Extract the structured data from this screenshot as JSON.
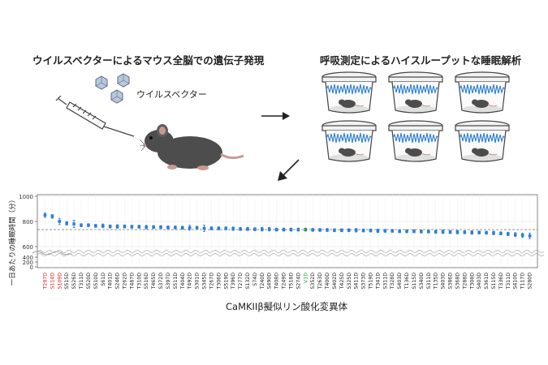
{
  "panel_left": {
    "title": "ウイルスベクターによるマウス全脳での遺伝子発現",
    "vector_label": "ウイルスベクター"
  },
  "panel_right": {
    "title": "呼吸測定によるハイスループットな睡眠解析"
  },
  "chart_data": {
    "type": "scatter",
    "ylabel": "一日あたりの睡眠時間（分）",
    "xlabel": "CaMKIIβ擬似リン酸化変異体",
    "yticks": [
      "1000",
      "800",
      "600",
      "400",
      "200",
      "0"
    ],
    "reference_line": 735,
    "highlight_colors": {
      "red": "#e0202a",
      "green": "#2ca02c",
      "blue": "#2d7fd3"
    },
    "categories": [
      "T287D",
      "S114D",
      "S109D",
      "S515D",
      "S526D",
      "T311D",
      "S520D",
      "S510D",
      "S61D",
      "T401D",
      "S246D",
      "T262D",
      "T487D",
      "T310D",
      "S516D",
      "T465D",
      "S372D",
      "S397D",
      "S511D",
      "T404D",
      "T492D",
      "S301D",
      "S345D",
      "T267D",
      "T306D",
      "S519D",
      "T396D",
      "T277D",
      "S132D",
      "S74D",
      "T240D",
      "S490D",
      "T408D",
      "T249D",
      "T518D",
      "S274D",
      "V1D",
      "S352D",
      "T263D",
      "T400D",
      "S402D",
      "T425D",
      "S325D",
      "S411D",
      "S373D",
      "T519D",
      "T341D",
      "S311D",
      "T328D",
      "S403D",
      "T136D",
      "S115D",
      "S340D",
      "S311D",
      "T135D",
      "S403D",
      "S386D",
      "S368D",
      "T288D",
      "T308D",
      "S403D",
      "S361D",
      "S115D",
      "T336D",
      "T311D",
      "S410D",
      "T117D",
      "S280D"
    ],
    "values": [
      850,
      840,
      800,
      785,
      780,
      770,
      770,
      765,
      765,
      760,
      760,
      760,
      758,
      758,
      755,
      755,
      755,
      752,
      752,
      750,
      750,
      750,
      745,
      745,
      745,
      745,
      742,
      740,
      740,
      738,
      738,
      738,
      735,
      735,
      735,
      735,
      735,
      733,
      732,
      732,
      730,
      730,
      730,
      730,
      728,
      728,
      725,
      725,
      725,
      722,
      722,
      722,
      720,
      720,
      718,
      718,
      716,
      715,
      714,
      712,
      712,
      710,
      708,
      705,
      700,
      695,
      690,
      685
    ],
    "errors": [
      18,
      15,
      25,
      14,
      30,
      12,
      12,
      12,
      15,
      12,
      14,
      12,
      12,
      12,
      14,
      12,
      12,
      12,
      12,
      12,
      20,
      12,
      25,
      12,
      12,
      12,
      14,
      12,
      12,
      12,
      14,
      14,
      12,
      12,
      12,
      12,
      12,
      12,
      12,
      12,
      12,
      12,
      12,
      14,
      12,
      12,
      14,
      12,
      12,
      12,
      12,
      12,
      12,
      12,
      12,
      14,
      12,
      14,
      12,
      14,
      12,
      12,
      14,
      12,
      14,
      16,
      18,
      22
    ],
    "label_colors": {
      "0": "red",
      "1": "red",
      "2": "red",
      "36": "green"
    }
  }
}
